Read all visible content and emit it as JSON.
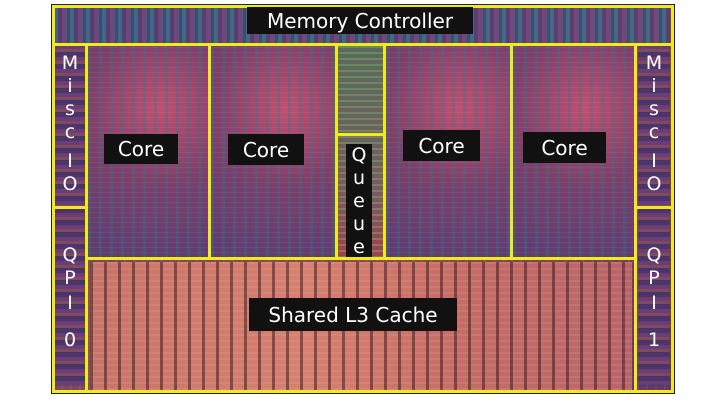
{
  "blocks": {
    "memory_controller": "Memory Controller",
    "misc_io_left": [
      "M",
      "i",
      "s",
      "c",
      "I",
      "O"
    ],
    "misc_io_right": [
      "M",
      "i",
      "s",
      "c",
      "I",
      "O"
    ],
    "qpi_left": [
      "Q",
      "P",
      "I",
      "0"
    ],
    "qpi_right": [
      "Q",
      "P",
      "I",
      "1"
    ],
    "cores": [
      "Core",
      "Core",
      "Core",
      "Core"
    ],
    "queue": [
      "Q",
      "u",
      "e",
      "u",
      "e"
    ],
    "l3_cache": "Shared L3 Cache"
  },
  "colors": {
    "outline": "#f3ea1a",
    "label_bg": "#111111",
    "label_text": "#ffffff"
  }
}
